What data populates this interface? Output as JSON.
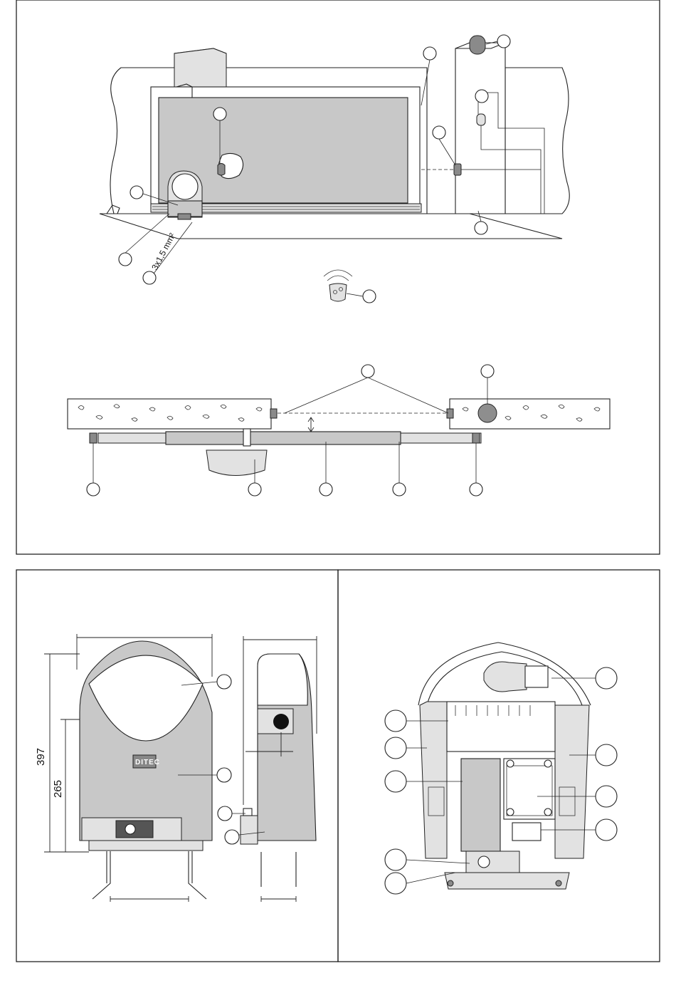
{
  "cable_label": "3x1,5 mm²",
  "dimensions": {
    "height_total": "397",
    "height_body": "265"
  },
  "brand_label": "DITEC"
}
